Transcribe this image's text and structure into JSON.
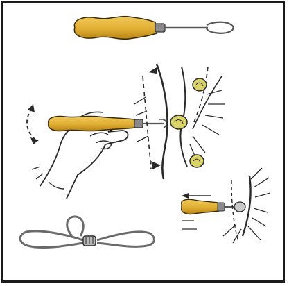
{
  "figure": {
    "panels": [
      "tool-with-loop",
      "hand-twisting-tool",
      "knot-detail-top-right",
      "knot-detail-bottom-right",
      "tied-loop-cord"
    ]
  },
  "colors": {
    "handle": "#e0ae32",
    "handle_shadow": "#b98416",
    "knot": "#d9d36a",
    "line": "#2a2a2a",
    "wire": "#7d7d7d",
    "frame": "#1b1b1b"
  }
}
